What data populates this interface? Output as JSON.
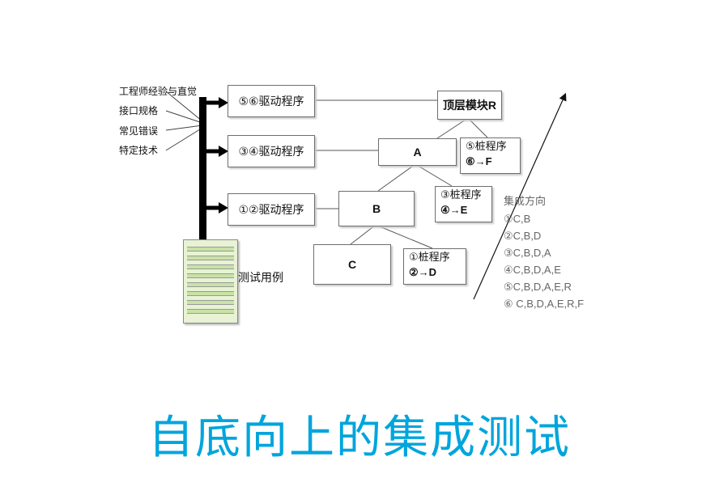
{
  "inputs": [
    "工程师经验与直觉",
    "接口规格",
    "常见错误",
    "特定技术"
  ],
  "drivers": [
    "⑤⑥驱动程序",
    "③④驱动程序",
    "①②驱动程序"
  ],
  "modules": {
    "top": "顶层模块R",
    "a": "A",
    "b": "B",
    "c": "C"
  },
  "stubs": [
    {
      "line1": "⑤桩程序",
      "line2": "⑥→F"
    },
    {
      "line1": "③桩程序",
      "line2": "④→E"
    },
    {
      "line1": "①桩程序",
      "line2": "②→D"
    }
  ],
  "test_cases_label": "测试用例",
  "integration_direction": {
    "label": "集成方向",
    "steps": [
      "①C,B",
      "②C,B,D",
      "③C,B,D,A",
      "④C,B,D,A,E",
      "⑤C,B,D,A,E,R",
      "⑥ C,B,D,A,E,R,F"
    ]
  },
  "title": "自底向上的集成测试"
}
